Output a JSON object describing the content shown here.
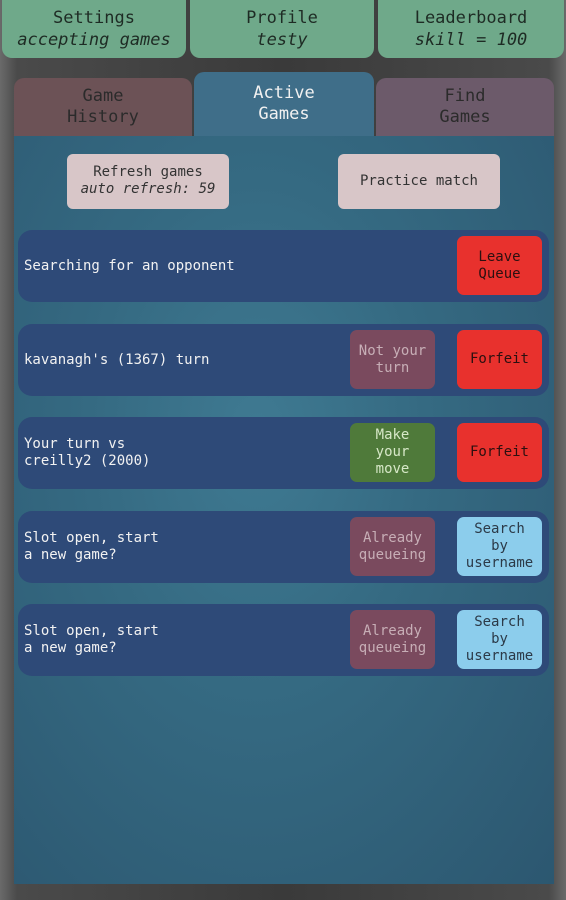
{
  "nav": {
    "settings": {
      "title": "Settings",
      "sub": "accepting games"
    },
    "profile": {
      "title": "Profile",
      "sub": "testy"
    },
    "leaderboard": {
      "title": "Leaderboard",
      "sub": "skill = 100"
    }
  },
  "tabs": {
    "history": "Game\nHistory",
    "active": "Active\nGames",
    "find": "Find\nGames"
  },
  "controls": {
    "refresh": {
      "title": "Refresh games",
      "sub": "auto refresh: 59"
    },
    "practice": "Practice match"
  },
  "games": [
    {
      "text": "Searching for an opponent",
      "action": "Leave\nQueue"
    },
    {
      "text": "kavanagh's (1367) turn",
      "status": "Not your\nturn",
      "action": "Forfeit"
    },
    {
      "text": "Your turn vs\ncreilly2 (2000)",
      "status": "Make\nyour\nmove",
      "action": "Forfeit"
    },
    {
      "text": "Slot open, start\na new game?",
      "status": "Already\nqueueing",
      "action": "Search\nby\nusername"
    },
    {
      "text": "Slot open, start\na new game?",
      "status": "Already\nqueueing",
      "action": "Search\nby\nusername"
    }
  ]
}
